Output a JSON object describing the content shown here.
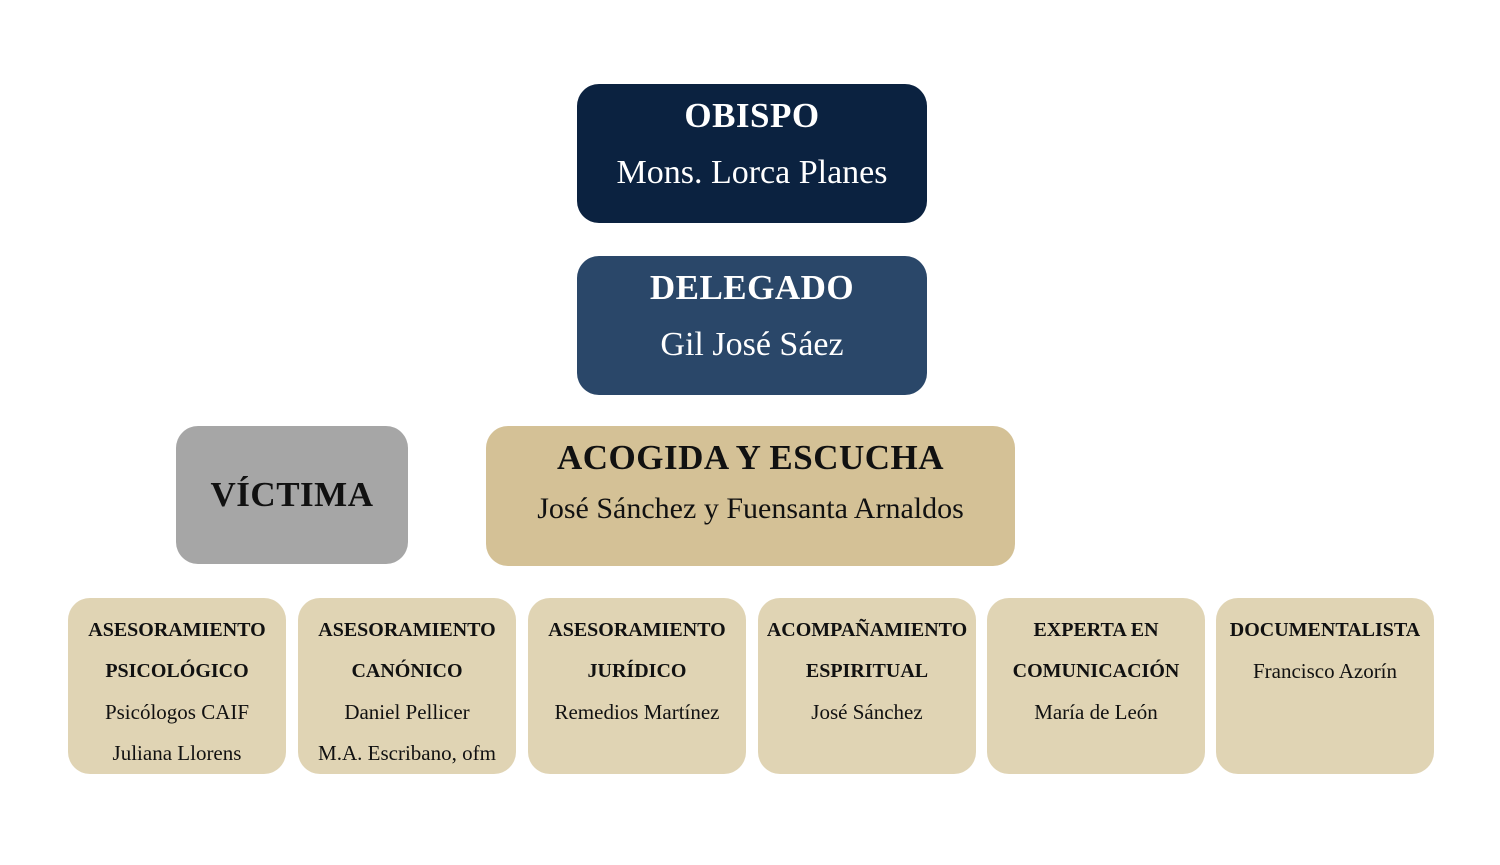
{
  "obispo": {
    "title": "OBISPO",
    "name": "Mons. Lorca Planes"
  },
  "delegado": {
    "title": "DELEGADO",
    "name": "Gil José Sáez"
  },
  "victima": {
    "title": "VÍCTIMA"
  },
  "acogida": {
    "title": "ACOGIDA Y ESCUCHA",
    "name": "José Sánchez y Fuensanta Arnaldos"
  },
  "areas": [
    {
      "title": [
        "ASESORAMIENTO",
        "PSICOLÓGICO"
      ],
      "names": [
        "Psicólogos CAIF",
        "Juliana Llorens"
      ]
    },
    {
      "title": [
        "ASESORAMIENTO",
        "CANÓNICO"
      ],
      "names": [
        "Daniel Pellicer",
        "M.A. Escribano, ofm"
      ]
    },
    {
      "title": [
        "ASESORAMIENTO",
        "JURÍDICO"
      ],
      "names": [
        "Remedios Martínez"
      ]
    },
    {
      "title": [
        "ACOMPAÑAMIENTO",
        "ESPIRITUAL"
      ],
      "names": [
        "José Sánchez"
      ]
    },
    {
      "title": [
        "EXPERTA EN",
        "COMUNICACIÓN"
      ],
      "names": [
        "María de León"
      ]
    },
    {
      "title": [
        "DOCUMENTALISTA"
      ],
      "names": [
        "Francisco Azorín"
      ]
    }
  ],
  "colors": {
    "obispo": "#0b2240",
    "delegado": "#2a4769",
    "victima": "#a6a6a6",
    "acogida": "#d4c196",
    "area": "#e0d4b4"
  }
}
